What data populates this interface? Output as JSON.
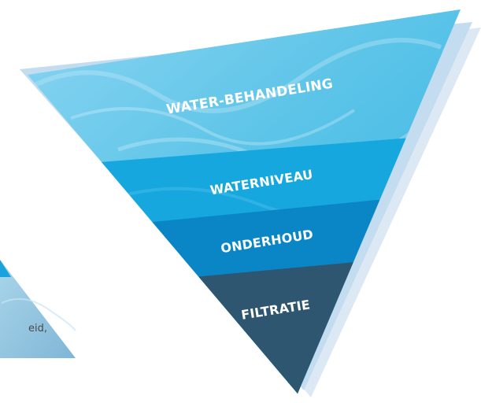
{
  "pyramid": {
    "levels": [
      {
        "label": "WATER-BEHANDELING",
        "color": "#5cc4e8"
      },
      {
        "label": "WATERNIVEAU",
        "color": "#16a7df"
      },
      {
        "label": "ONDERHOUD",
        "color": "#0a86c7"
      },
      {
        "label": "FILTRATIE",
        "color": "#2e5670"
      }
    ],
    "shadow_color": "#b9d9ef"
  },
  "side_panel": {
    "text_fragment": "eid,",
    "color": "#7fb6d6"
  }
}
